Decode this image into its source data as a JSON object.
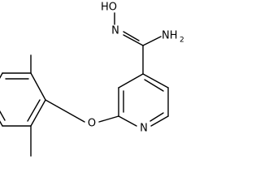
{
  "structure": {
    "colors": {
      "bond": "#000000",
      "label": "#000000",
      "background": "#ffffff"
    },
    "labels": {
      "hydroxyl": "HO",
      "imine_n": "N",
      "amine": "NH",
      "amine_sub": "2",
      "ether_o": "O",
      "pyridine_n": "N"
    }
  }
}
